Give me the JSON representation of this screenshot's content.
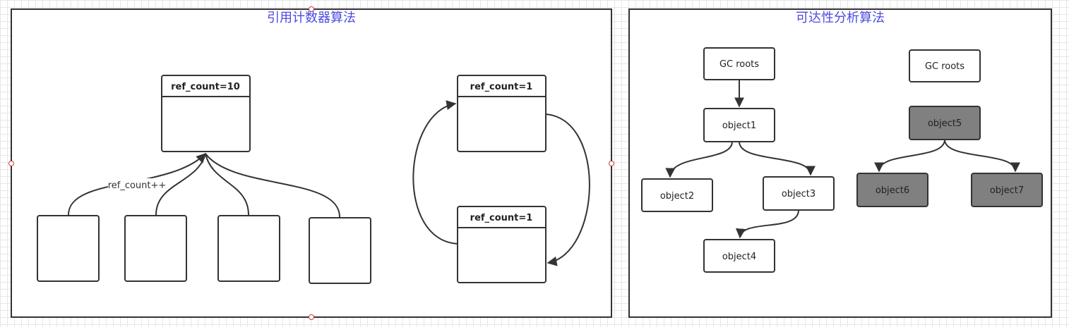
{
  "left_panel": {
    "title": "引用计数器算法",
    "top_object_header": "ref_count=10",
    "edge_label": "ref_count++",
    "cycle_top_header": "ref_count=1",
    "cycle_bottom_header": "ref_count=1"
  },
  "right_panel": {
    "title": "可达性分析算法",
    "gc_roots_1": "GC roots",
    "gc_roots_2": "GC roots",
    "object1": "object1",
    "object2": "object2",
    "object3": "object3",
    "object4": "object4",
    "object5": "object5",
    "object6": "object6",
    "object7": "object7"
  },
  "colors": {
    "title": "#4a4ae0",
    "unreachable_fill": "#808080",
    "stroke": "#333333"
  }
}
